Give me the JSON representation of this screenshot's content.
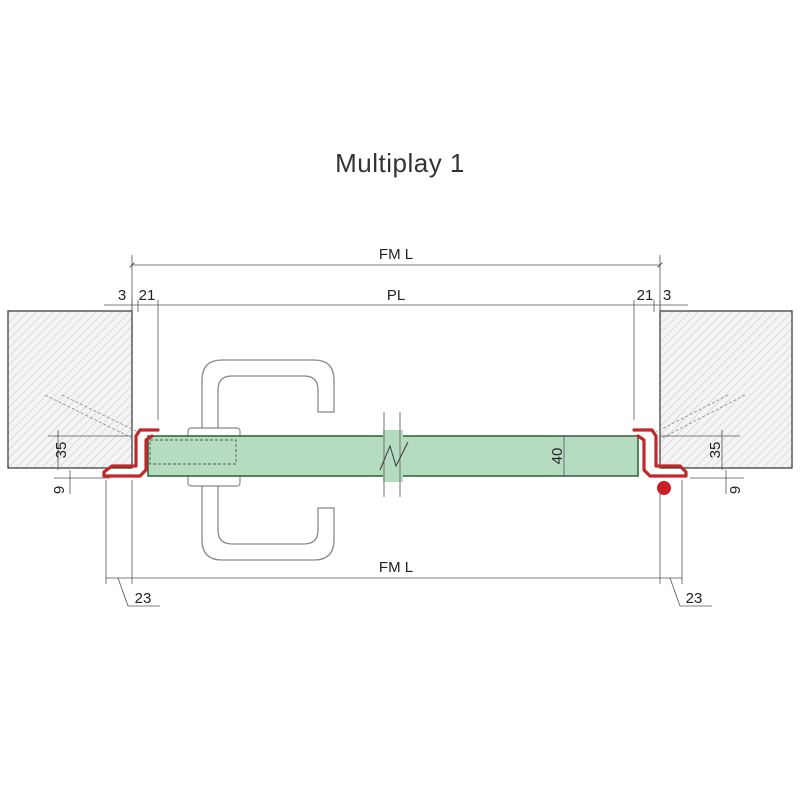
{
  "title": "Multiplay 1",
  "dimensions": {
    "fml_top": "FM L",
    "fml_bottom": "FM L",
    "pl": "PL",
    "gap_left": "3",
    "gap_right": "3",
    "frame_left": "21",
    "frame_right": "21",
    "leaf_thickness": "40",
    "rebate_left": "35",
    "rebate_right": "35",
    "offset_left": "9",
    "offset_right": "9",
    "jamb_left": "23",
    "jamb_right": "23"
  },
  "colors": {
    "frame": "#c0282a",
    "leaf_fill": "#b5dcc0",
    "leaf_stroke": "#2f6b3a",
    "wall_hatch": "#bbbbbb"
  }
}
